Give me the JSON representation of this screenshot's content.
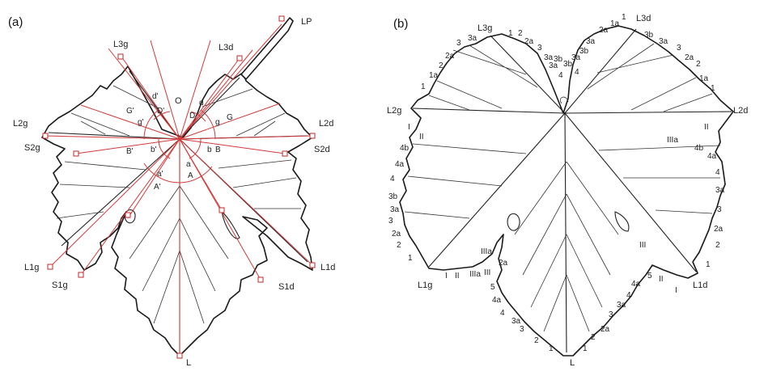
{
  "panel_a": {
    "label": "(a)",
    "points": {
      "L3g": "L3g",
      "L3d": "L3d",
      "LP": "LP",
      "L2g": "L2g",
      "L2d": "L2d",
      "S2g": "S2g",
      "S2d": "S2d",
      "L1g": "L1g",
      "L1d": "L1d",
      "S1g": "S1g",
      "S1d": "S1d",
      "L": "L",
      "O": "O"
    },
    "angles": {
      "G_prime": "G'",
      "g_prime": "g'",
      "D_prime": "D'",
      "d_prime": "d'",
      "D": "D",
      "d": "d",
      "G": "G",
      "g": "g",
      "B_prime": "B'",
      "b_prime": "b'",
      "b": "b",
      "B": "B",
      "a_prime": "a'",
      "a": "a",
      "A_prime": "A'",
      "A": "A"
    }
  },
  "panel_b": {
    "label": "(b)",
    "terminals": {
      "L3g": "L3g",
      "L3d": "L3d",
      "L2g": "L2g",
      "L2d": "L2d",
      "L1g": "L1g",
      "L1d": "L1d",
      "L": "L"
    },
    "top_left_teeth": [
      "1",
      "2",
      "2a",
      "3",
      "3a"
    ],
    "top_right_teeth": [
      "3a",
      "2a",
      "1a",
      "1"
    ],
    "upper_left_lobe": [
      "3",
      "3a",
      "2a",
      "2",
      "1a",
      "1"
    ],
    "upper_right_lobe": [
      "3b",
      "3a",
      "3",
      "2a",
      "2",
      "1a",
      "1"
    ],
    "sinus_top": [
      "3a",
      "3b",
      "4",
      "3b",
      "3a",
      "3b",
      "4"
    ],
    "left_side": [
      "I",
      "II",
      "4b",
      "4a",
      "4",
      "3b",
      "3a",
      "3",
      "2a",
      "2",
      "1"
    ],
    "right_side": [
      "II",
      "IIIa",
      "4b",
      "4a",
      "4",
      "3a",
      "3",
      "2a",
      "2",
      "1",
      "III"
    ],
    "bottom_left_marks": [
      "I",
      "II",
      "IIIa",
      "IIIa",
      "III",
      "2a",
      "5",
      "4a",
      "4",
      "3a",
      "3",
      "2",
      "1"
    ],
    "bottom_right_marks": [
      "5",
      "II",
      "I",
      "4a",
      "4",
      "3a",
      "3",
      "2a",
      "2",
      "1"
    ]
  }
}
